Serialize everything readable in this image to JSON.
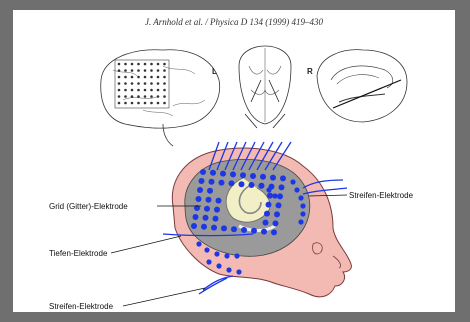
{
  "header": {
    "citation": "J. Arnhold et al. / Physica D 134 (1999) 419–430"
  },
  "top_figure": {
    "left_marker": "L",
    "right_marker": "R"
  },
  "main_figure": {
    "labels": {
      "grid": "Grid (Gitter)-Elektrode",
      "depth": "Tiefen-Elektrode",
      "strip_left": "Streifen-Elektrode",
      "strip_right": "Streifen-Elektrode"
    },
    "colors": {
      "skin": "#f3b9b3",
      "brain": "#9a9a9a",
      "electrode": "#1d36e6",
      "hippocampus": "#f2efc6"
    }
  }
}
